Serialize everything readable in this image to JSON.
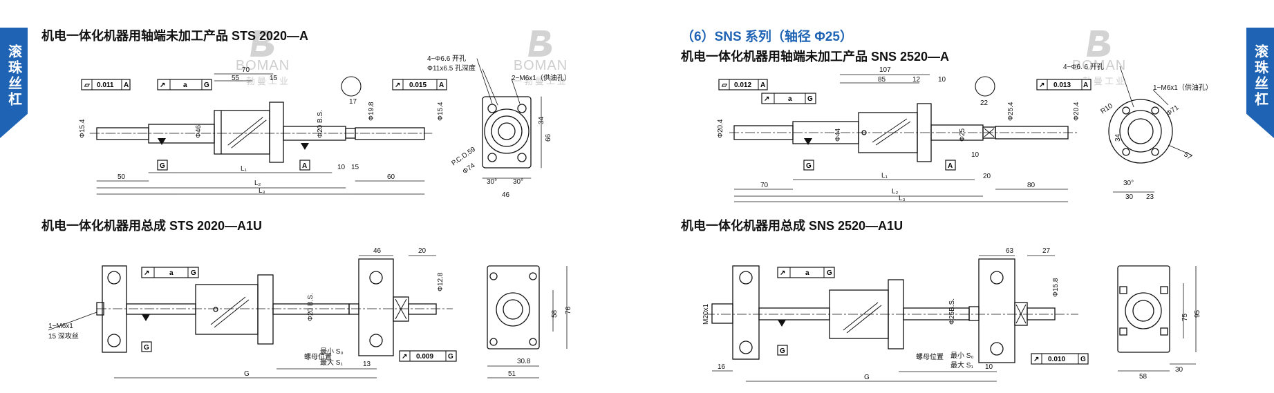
{
  "side_tab": {
    "label": "滚珠丝杠"
  },
  "watermark": {
    "brand": "BOMAN",
    "sub": "一勃曼工业"
  },
  "section_right_label": "（6）SNS 系列（轴径 Φ25）",
  "titles": {
    "top_left": "机电一体化机器用轴端未加工产品 STS 2020—A",
    "bottom_left": "机电一体化机器用总成 STS 2020—A1U",
    "top_right": "机电一体化机器用轴端未加工产品 SNS 2520—A",
    "bottom_right": "机电一体化机器用总成 SNS 2520—A1U"
  },
  "sts_a": {
    "tol_left": [
      "0.011",
      "A"
    ],
    "tol_a": [
      "a",
      "G"
    ],
    "tol_right": [
      "0.015",
      "A"
    ],
    "d70": "70",
    "d55": "55",
    "d15": "15",
    "d50": "50",
    "d60": "60",
    "d10": "10",
    "d15b": "15",
    "l1": "L₁",
    "l2": "L₂",
    "l3": "L₃",
    "phi154": "Φ15.4",
    "phi46": "Φ46",
    "phi20": "Φ20 B.S.",
    "phi198": "Φ19.8",
    "phi154b": "Φ15.4",
    "d17": "17",
    "ref_g": "G",
    "ref_a": "A",
    "n1": "4−Φ6.6  开孔",
    "n2": "Φ11x6.5  孔深度",
    "n3": "2−M6x1（供油孔）",
    "pcd": "P.C.D.59",
    "phi74": "Φ74",
    "d66": "66",
    "d34": "34",
    "a30": "30°",
    "a30b": "30°",
    "d46": "46"
  },
  "sts_a1u": {
    "tol_a": [
      "a",
      "G"
    ],
    "d46": "46",
    "d20": "20",
    "phi128": "Φ12.8",
    "phi20": "Φ20 B.S.",
    "tap1": "1−M6x1",
    "tap2": "15 深攻丝",
    "ref_g": "G",
    "nut_pos": "螺母位置",
    "smin": "最小 S₀",
    "smax": "最大 S₁",
    "d13": "13",
    "dG": "G",
    "tol_b": [
      "0.009",
      "G"
    ],
    "d58": "58",
    "d76": "76",
    "d30": "30.8",
    "d51": "51"
  },
  "sns_a": {
    "tol_left": [
      "0.012",
      "A"
    ],
    "tol_a": [
      "a",
      "G"
    ],
    "tol_right": [
      "0.013",
      "A"
    ],
    "d107": "107",
    "d85": "85",
    "d12": "12",
    "d10": "10",
    "d70": "70",
    "d80": "80",
    "d10b": "10",
    "d20": "20",
    "l1": "L₁",
    "l2": "L₂",
    "l3": "L₃",
    "phi204": "Φ20.4",
    "phi44": "Φ44",
    "phi25": "Φ25",
    "phi254": "Φ25.4",
    "phi204b": "Φ20.4",
    "d22": "22",
    "ref_g": "G",
    "ref_a": "A",
    "n1": "4−Φ6. 6 开孔",
    "n2": "1−M6x1（供油孔）",
    "r10": "R10",
    "phi71": "Φ71",
    "d34": "34",
    "d57": "57",
    "a30": "30°",
    "d30": "30",
    "d23": "23"
  },
  "sns_a1u": {
    "tol_a": [
      "a",
      "G"
    ],
    "d63": "63",
    "d27": "27",
    "phi158": "Φ15.8",
    "phi258": "Φ25B.S.",
    "m20": "M20x1",
    "d16": "16",
    "ref_g": "G",
    "nut_pos": "螺母位置",
    "smin": "最小 S₀",
    "smax": "最大 S₁",
    "d10": "10",
    "dG": "G",
    "tol_b": [
      "0.010",
      "G"
    ],
    "d75": "75",
    "d95": "95",
    "d58": "58",
    "d30": "30"
  }
}
